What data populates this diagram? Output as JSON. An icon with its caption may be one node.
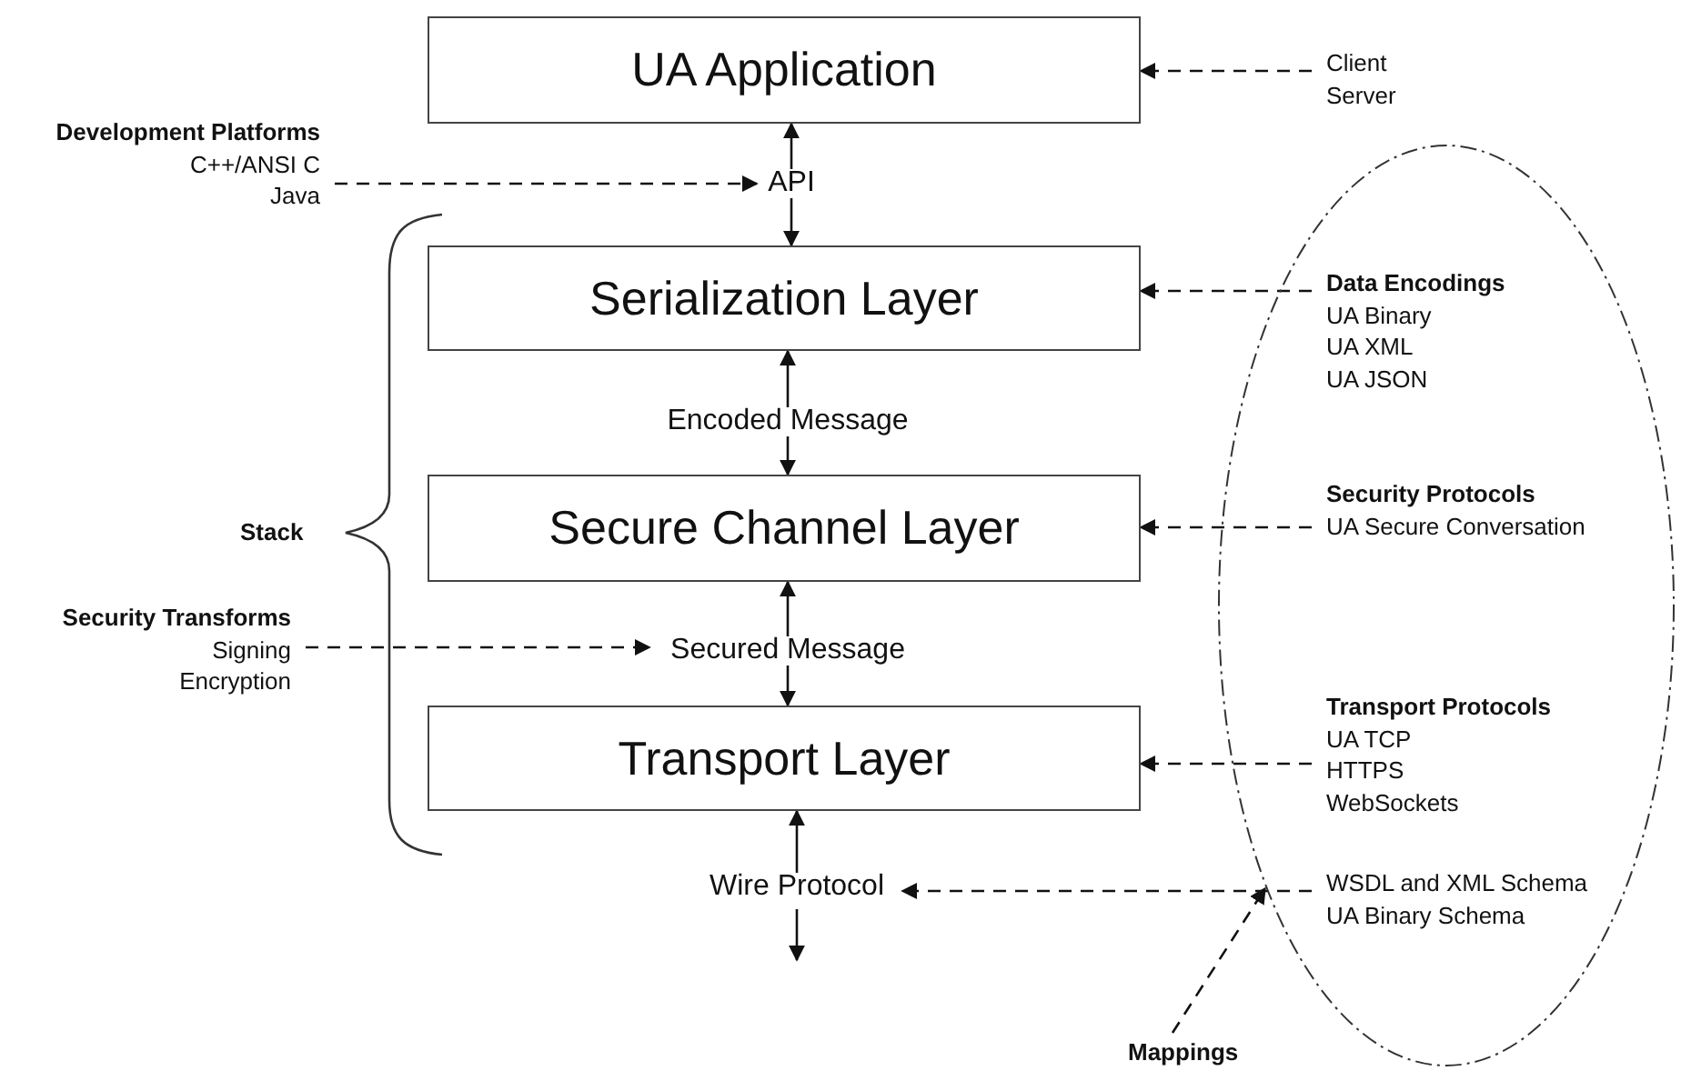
{
  "diagram": {
    "nodes": [
      {
        "text": [
          "UA Application"
        ]
      },
      {
        "text": [
          "Client",
          "Server"
        ]
      },
      {
        "text": [
          "Development Platforms",
          "C++/ANSI C",
          "Java"
        ]
      },
      {
        "text": [
          "API"
        ]
      },
      {
        "text": [
          "Serialization Layer"
        ]
      },
      {
        "text": [],
        "shape": "ellipse"
      },
      {
        "text": [
          "Data Encodings",
          "UA Binary",
          "UA XML",
          "UA JSON"
        ],
        "in": 5
      },
      {
        "text": [
          "Encoded Message"
        ]
      },
      {
        "text": [
          "Secure Channel Layer"
        ]
      },
      {
        "text": [
          "Security Protocols",
          "UA Secure Conversation"
        ],
        "in": 5
      },
      {
        "text": [
          "Security Transforms",
          "Signing",
          "Encryption"
        ]
      },
      {
        "text": [
          "Secured Message"
        ]
      },
      {
        "text": [
          "Transport  Layer"
        ]
      },
      {
        "text": [
          "Transport Protocols",
          "UA TCP",
          "HTTPS",
          "WebSockets"
        ],
        "in": 5
      },
      {
        "text": [
          "Wire Protocol"
        ]
      },
      {
        "text": [
          "WSDL and XML Schema",
          "UA Binary Schema"
        ],
        "in": 5
      },
      {
        "text": [
          "Mappings"
        ]
      }
    ],
    "edges": [
      {
        "from": 3,
        "to": 0,
        "arrow": "to"
      },
      {
        "from": 3,
        "to": 4,
        "arrow": "to"
      },
      {
        "from": 7,
        "to": 4,
        "arrow": "to"
      },
      {
        "from": 7,
        "to": 8,
        "arrow": "to"
      },
      {
        "from": 11,
        "to": 8,
        "arrow": "to"
      },
      {
        "from": 11,
        "to": 12,
        "arrow": "to"
      },
      {
        "from": 14,
        "to": 12,
        "arrow": "to"
      },
      {
        "from": 14,
        "to": null,
        "arrow": "to"
      },
      {
        "from": 1,
        "to": 0,
        "arrow": "to",
        "style": "dashed"
      },
      {
        "from": 2,
        "to": 3,
        "arrow": "to",
        "style": "dashed"
      },
      {
        "from": 6,
        "to": 4,
        "arrow": "to",
        "style": "dashed"
      },
      {
        "from": 9,
        "to": 8,
        "arrow": "to",
        "style": "dashed"
      },
      {
        "from": 10,
        "to": 11,
        "arrow": "to",
        "style": "dashed"
      },
      {
        "from": 13,
        "to": 12,
        "arrow": "to",
        "style": "dashed"
      },
      {
        "from": 15,
        "to": 14,
        "arrow": "to",
        "style": "dashed"
      },
      {
        "from": 16,
        "to": 5,
        "arrow": "to",
        "style": "dashed"
      }
    ],
    "labels": [
      "Stack"
    ]
  }
}
